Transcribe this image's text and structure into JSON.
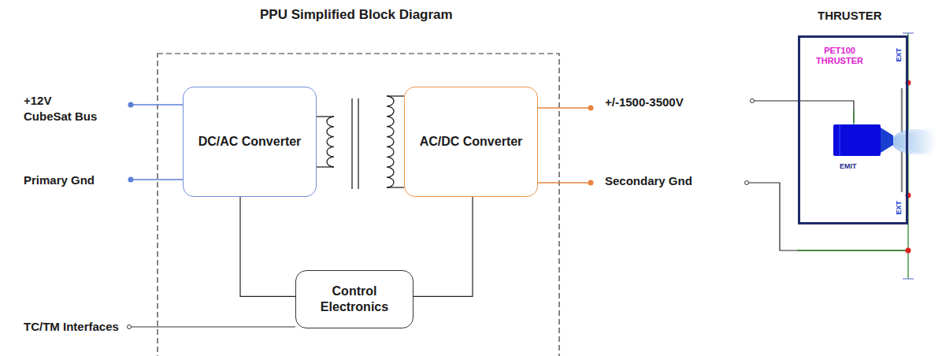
{
  "diagram": {
    "title": "PPU Simplified Block Diagram",
    "nodes": [
      {
        "text": [
          "DC/AC Converter"
        ]
      },
      {
        "text": [
          "AC/DC Converter"
        ]
      },
      {
        "text": [
          "Control Electronics"
        ]
      },
      {
        "text": [
          "THRUSTER",
          "PET100 THRUSTER"
        ]
      },
      {
        "text": [
          "EMIT"
        ],
        "in": 3
      }
    ],
    "edges": [
      {
        "from": 0,
        "to": 2,
        "arrow": "none"
      },
      {
        "from": 1,
        "to": 2,
        "arrow": "none"
      }
    ],
    "labels": [
      "+12V CubeSat Bus",
      "Primary Gnd",
      "TC/TM Interfaces",
      "+/-1500-3500V",
      "Secondary Gnd",
      "EXT",
      "EXT"
    ]
  }
}
